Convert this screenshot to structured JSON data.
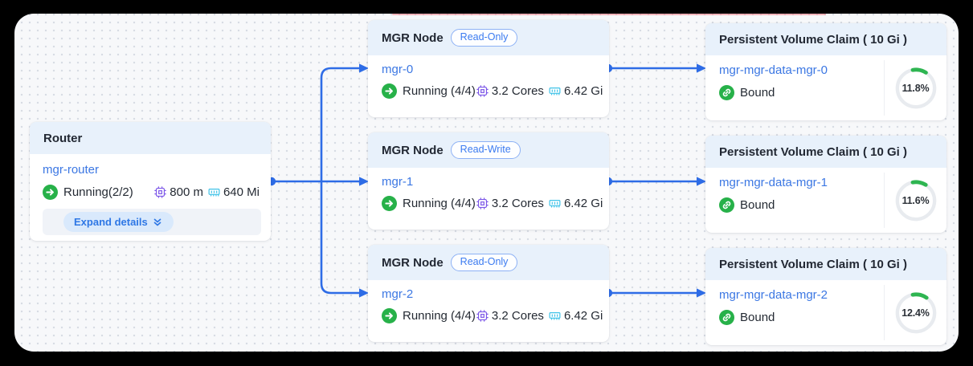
{
  "colors": {
    "canvas_bg": "#f7f8fa",
    "connector_blue": "#2e6ce6",
    "link_blue": "#3b77e3",
    "card_header_bg": "#e8f1fb",
    "status_green": "#27b149",
    "donut_green": "#2eb551",
    "donut_track": "#e8ebef",
    "cpu_purple": "#7d58e8",
    "memory_cyan": "#41c3e8",
    "badge_blue": "#3b7bf0",
    "expand_pill_bg": "#d9e9fc"
  },
  "router": {
    "title": "Router",
    "name": "mgr-router",
    "status": "Running(2/2)",
    "cpu": "800 m",
    "memory": "640 Mi",
    "expand_label": "Expand details"
  },
  "mgr_nodes": [
    {
      "title": "MGR Node",
      "badge": "Read-Only",
      "name": "mgr-0",
      "status": "Running (4/4)",
      "cpu": "3.2 Cores",
      "memory": "6.42 Gi"
    },
    {
      "title": "MGR Node",
      "badge": "Read-Write",
      "name": "mgr-1",
      "status": "Running (4/4)",
      "cpu": "3.2 Cores",
      "memory": "6.42 Gi"
    },
    {
      "title": "MGR Node",
      "badge": "Read-Only",
      "name": "mgr-2",
      "status": "Running (4/4)",
      "cpu": "3.2 Cores",
      "memory": "6.42 Gi"
    }
  ],
  "pvcs": [
    {
      "title": "Persistent Volume Claim ( 10 Gi )",
      "name": "mgr-mgr-data-mgr-0",
      "status": "Bound",
      "usage_percent": 11.8,
      "usage_label": "11.8%"
    },
    {
      "title": "Persistent Volume Claim ( 10 Gi )",
      "name": "mgr-mgr-data-mgr-1",
      "status": "Bound",
      "usage_percent": 11.6,
      "usage_label": "11.6%"
    },
    {
      "title": "Persistent Volume Claim ( 10 Gi )",
      "name": "mgr-mgr-data-mgr-2",
      "status": "Bound",
      "usage_percent": 12.4,
      "usage_label": "12.4%"
    }
  ]
}
